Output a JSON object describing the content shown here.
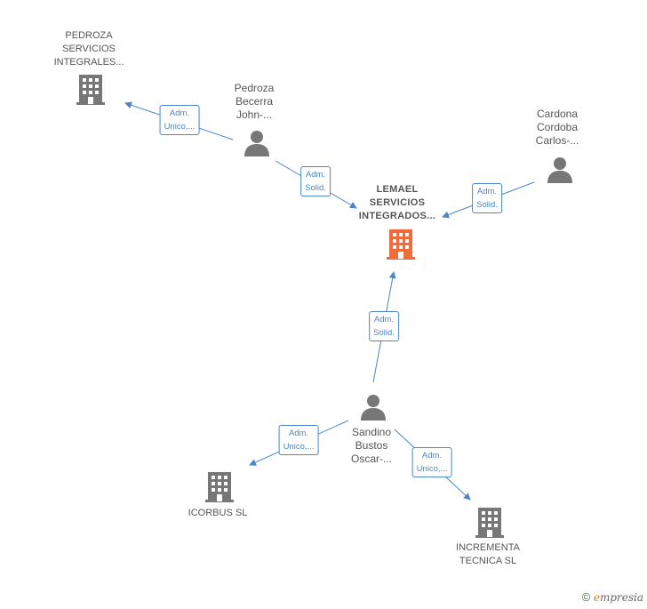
{
  "nodes": {
    "lemael": {
      "lines": [
        "LEMAEL",
        "SERVICIOS",
        "INTEGRADOS..."
      ],
      "type": "company",
      "highlight": true
    },
    "pedroza_si": {
      "lines": [
        "PEDROZA",
        "SERVICIOS",
        "INTEGRALES..."
      ],
      "type": "company"
    },
    "pedroza_p": {
      "lines": [
        "Pedroza",
        "Becerra",
        "John-..."
      ],
      "type": "person"
    },
    "cardona": {
      "lines": [
        "Cardona",
        "Cordoba",
        "Carlos-..."
      ],
      "type": "person"
    },
    "sandino": {
      "lines": [
        "Sandino",
        "Bustos",
        "Oscar-..."
      ],
      "type": "person"
    },
    "icorbus": {
      "lines": [
        "ICORBUS  SL"
      ],
      "type": "company"
    },
    "incrementa": {
      "lines": [
        "INCREMENTA",
        "TECNICA  SL"
      ],
      "type": "company"
    }
  },
  "edges": [
    {
      "from": "pedroza_p",
      "to": "pedroza_si",
      "label": [
        "Adm.",
        "Unico,..."
      ]
    },
    {
      "from": "pedroza_p",
      "to": "lemael",
      "label": [
        "Adm.",
        "Solid."
      ]
    },
    {
      "from": "cardona",
      "to": "lemael",
      "label": [
        "Adm.",
        "Solid."
      ]
    },
    {
      "from": "sandino",
      "to": "lemael",
      "label": [
        "Adm.",
        "Solid."
      ]
    },
    {
      "from": "sandino",
      "to": "icorbus",
      "label": [
        "Adm.",
        "Unico,..."
      ]
    },
    {
      "from": "sandino",
      "to": "incrementa",
      "label": [
        "Adm.",
        "Unico,..."
      ]
    }
  ],
  "colors": {
    "edge": "#4a86c8",
    "icon": "#777777",
    "highlight": "#f26b3a"
  },
  "footer": {
    "copyright": "©",
    "brand_initial": "e",
    "brand_rest": "mpresia"
  }
}
